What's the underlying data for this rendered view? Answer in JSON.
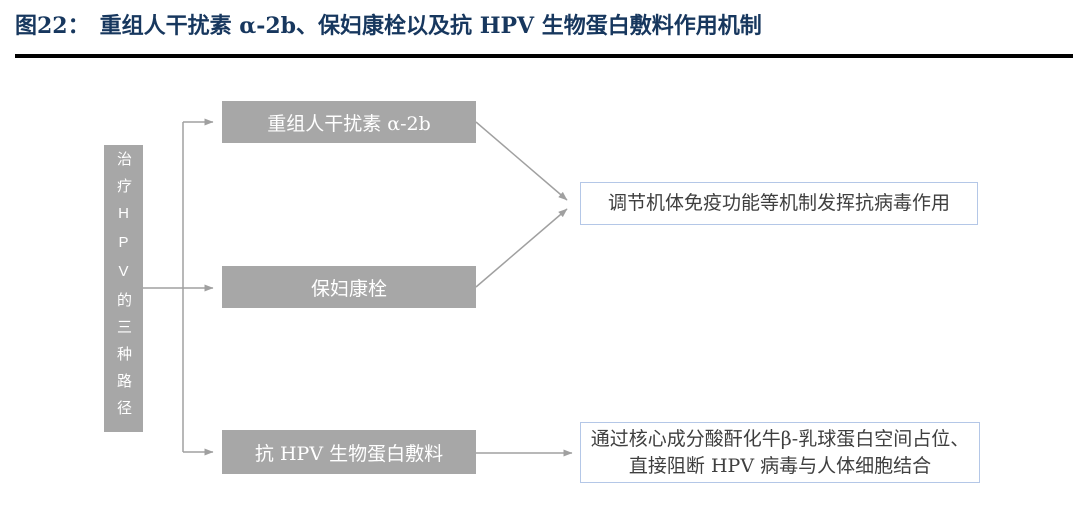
{
  "header": {
    "label": "图22：",
    "title": "重组人干扰素 α-2b、保妇康栓以及抗 HPV 生物蛋白敷料作用机制"
  },
  "diagram": {
    "root_label": "治疗HPV的三种路径",
    "paths": [
      {
        "label": "重组人干扰素 α-2b"
      },
      {
        "label": "保妇康栓"
      },
      {
        "label": "抗 HPV 生物蛋白敷料"
      }
    ],
    "outcomes": [
      {
        "text": "调节机体免疫功能等机制发挥抗病毒作用"
      },
      {
        "text": "通过核心成分酸酐化牛β-乳球蛋白空间占位、直接阻断 HPV 病毒与人体细胞结合"
      }
    ]
  },
  "colors": {
    "background": "#ffffff",
    "title_color": "#17375e",
    "rule_color": "#000000",
    "node_fill": "#a7a7a7",
    "node_text": "#ffffff",
    "connector": "#a0a0a0",
    "outcome_border": "#b4c7e7",
    "outcome_text": "#3f3f3f"
  }
}
